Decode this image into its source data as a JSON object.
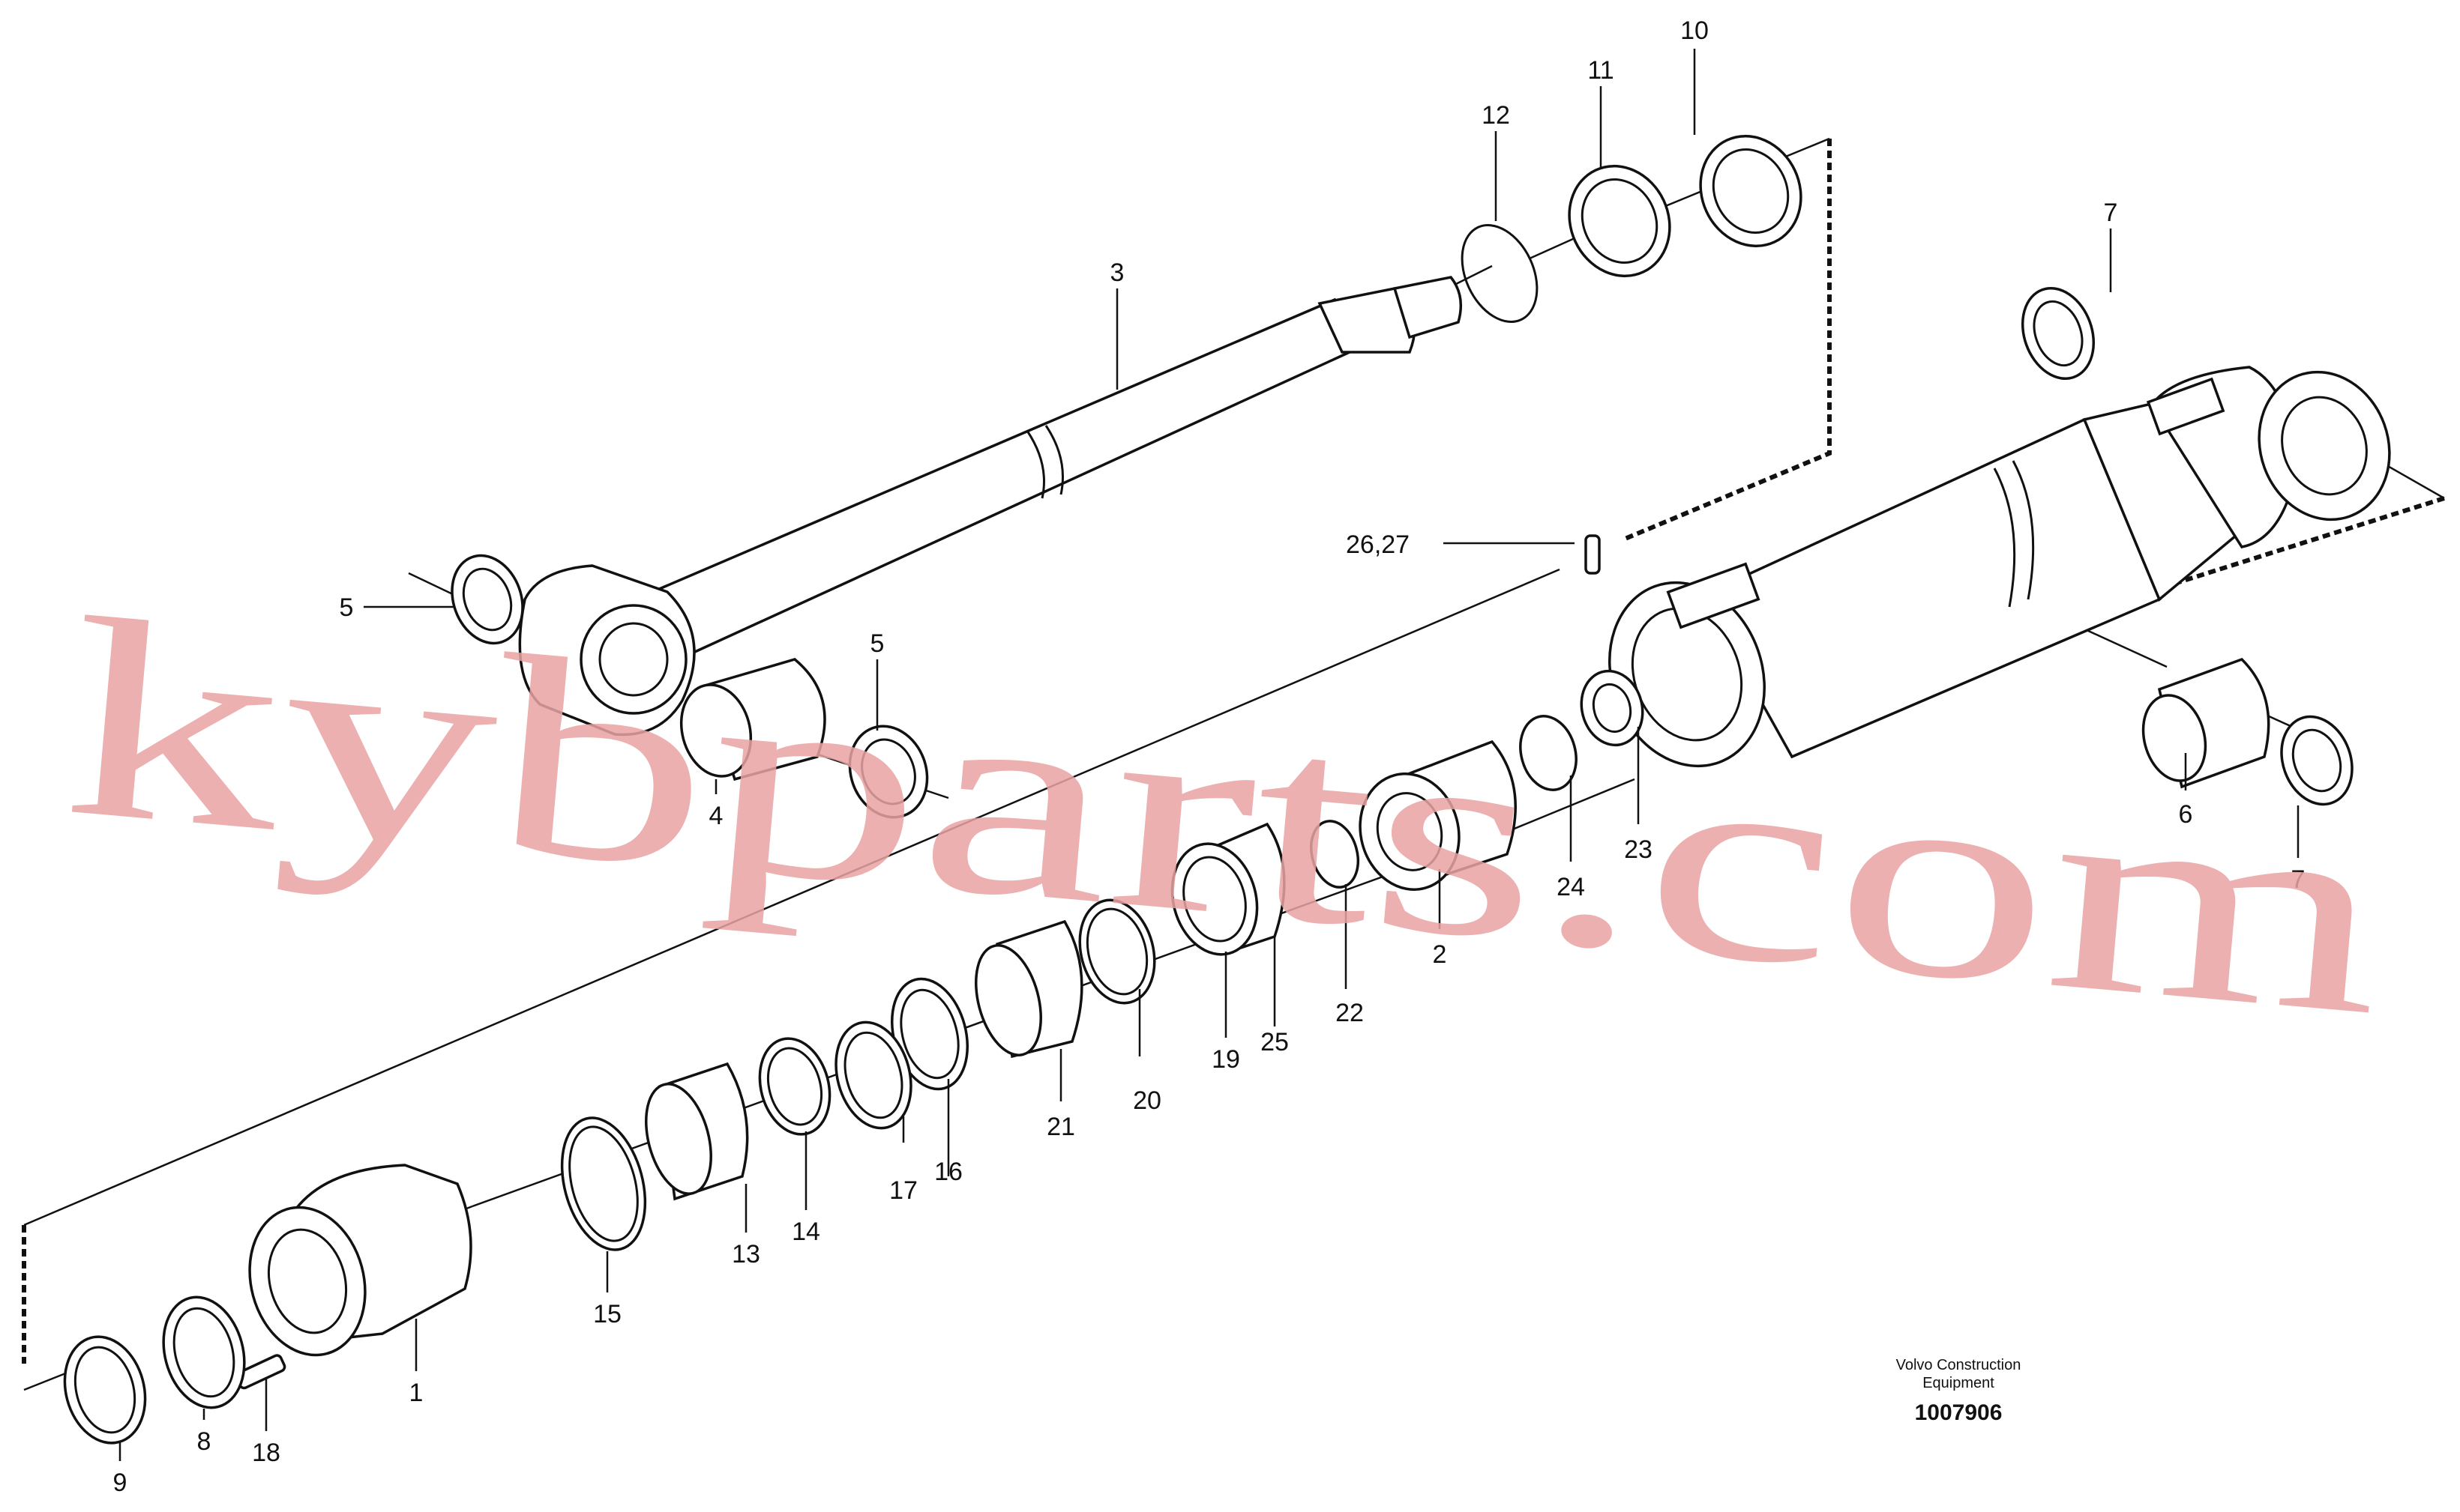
{
  "labels": {
    "l1": "1",
    "l2": "2",
    "l3": "3",
    "l4": "4",
    "l5a": "5",
    "l5b": "5",
    "l6": "6",
    "l7a": "7",
    "l7b": "7",
    "l8": "8",
    "l9": "9",
    "l10": "10",
    "l11": "11",
    "l12": "12",
    "l13": "13",
    "l14": "14",
    "l15": "15",
    "l16": "16",
    "l17": "17",
    "l18": "18",
    "l19": "19",
    "l20": "20",
    "l21": "21",
    "l22": "22",
    "l23": "23",
    "l24": "24",
    "l25": "25",
    "l2627": "26,27"
  },
  "caption": {
    "line1": "Volvo Construction",
    "line2": "Equipment",
    "doc_number": "1007906"
  },
  "watermark": "kybparts.com"
}
